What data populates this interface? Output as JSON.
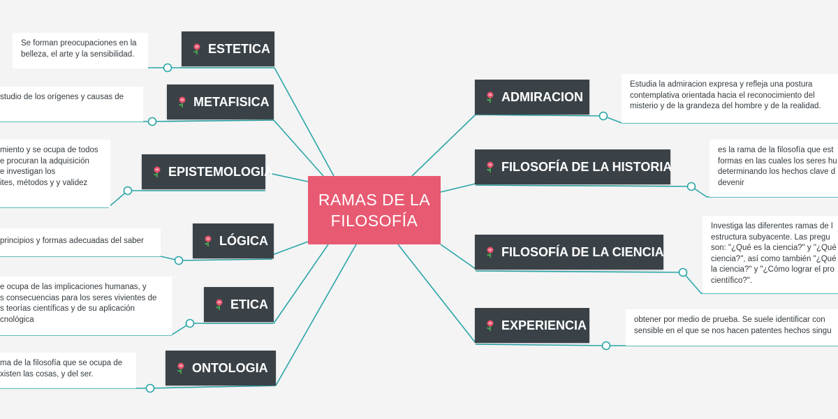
{
  "central": {
    "title_line1": "RAMAS DE LA",
    "title_line2": "FILOSOFÍA"
  },
  "icon": "rose-icon",
  "colors": {
    "central": "#e85a72",
    "branch": "#3a4248",
    "connector": "#2aa5a6",
    "note_background": "#ffffff",
    "page_background": "#f4f4f5"
  },
  "branches": [
    {
      "label": "ESTETICA",
      "note_lines": [
        "Se forman preocupaciones en la",
        "belleza, el arte y la sensibilidad."
      ]
    },
    {
      "label": "METAFISICA",
      "note_lines": [
        "studio de los orígenes y causas de"
      ]
    },
    {
      "label": "EPISTEMOLOGIA",
      "note_lines": [
        "miento y se ocupa de todos",
        "e procuran la adquisición",
        "e investigan los",
        "ites, métodos y  y validez"
      ]
    },
    {
      "label": "LÓGICA",
      "note_lines": [
        "principios y formas adecuadas del saber"
      ]
    },
    {
      "label": "ETICA",
      "note_lines": [
        "e ocupa de las implicaciones humanas, y",
        "s consecuencias para los seres vivientes de",
        "s teorías científicas y de su aplicación",
        "cnológica"
      ]
    },
    {
      "label": "ONTOLOGIA",
      "note_lines": [
        "ma de la filosofía que se ocupa de",
        "xisten las cosas, y del ser."
      ]
    },
    {
      "label": "ADMIRACION",
      "note_lines": [
        "Estudia la admiracion expresa y refleja una postura",
        "contemplativa orientada hacia el reconocimiento del",
        "misterio y de la grandeza del hombre y de la realidad."
      ]
    },
    {
      "label": "FILOSOFÍA DE LA HISTORIA",
      "note_lines": [
        "es la rama de la filosofía que est",
        "formas en las cuales los seres hu",
        "determinando los hechos clave d",
        "devenir"
      ]
    },
    {
      "label": "FILOSOFÍA DE LA CIENCIA",
      "note_lines": [
        "Investiga las diferentes ramas de l",
        "estructura subyacente. Las pregu",
        "son: \"¿Qué es la ciencia?\" y \"¿Qué",
        "ciencia?\", así como también \"¿Qué",
        "la ciencia?\" y \"¿Cómo lograr el pro",
        "científico?\"."
      ]
    },
    {
      "label": "EXPERIENCIA",
      "note_lines": [
        "obtener por medio de prueba. Se suele identificar con",
        "sensible en el que se nos hacen patentes hechos singu"
      ]
    }
  ]
}
